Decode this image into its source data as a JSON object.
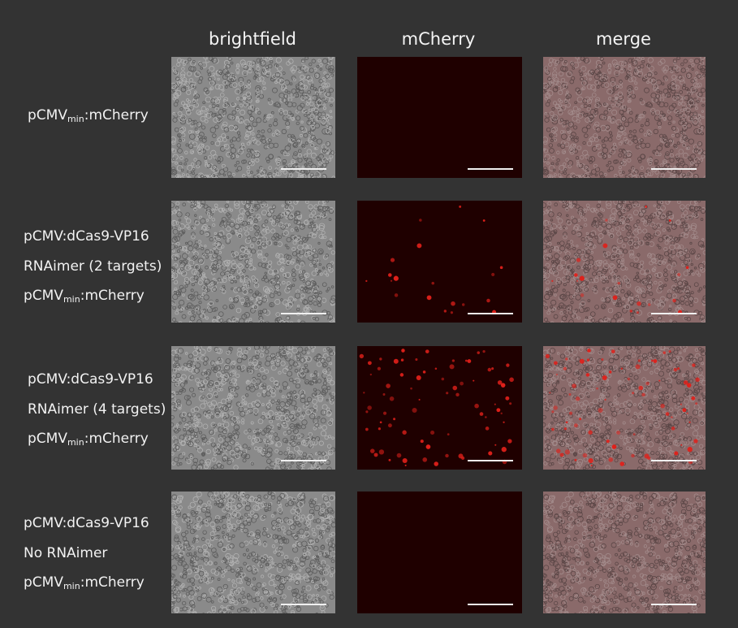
{
  "columns": [
    "brightfield",
    "mCherry",
    "merge"
  ],
  "rows": [
    {
      "lines": [
        {
          "text": "pCMV",
          "sub": "min",
          "tail": ":mCherry"
        }
      ],
      "signal": 0.0
    },
    {
      "lines": [
        {
          "text": "pCMV:dCas9-VP16",
          "sub": "",
          "tail": ""
        },
        {
          "text": "RNAimer (2 targets)",
          "sub": "",
          "tail": ""
        },
        {
          "text": "pCMV",
          "sub": "min",
          "tail": ":mCherry"
        }
      ],
      "signal": 0.25
    },
    {
      "lines": [
        {
          "text": "pCMV:dCas9-VP16",
          "sub": "",
          "tail": ""
        },
        {
          "text": "RNAimer (4 targets)",
          "sub": "",
          "tail": ""
        },
        {
          "text": "pCMV",
          "sub": "min",
          "tail": ":mCherry"
        }
      ],
      "signal": 1.0
    },
    {
      "lines": [
        {
          "text": "pCMV:dCas9-VP16",
          "sub": "",
          "tail": ""
        },
        {
          "text": "No RNAimer",
          "sub": "",
          "tail": ""
        },
        {
          "text": "pCMV",
          "sub": "min",
          "tail": ":mCherry"
        }
      ],
      "signal": 0.0
    }
  ],
  "colors": {
    "background": "#333333",
    "brightfield": "#8a8a8a",
    "mcherry_bg": "#1f0000",
    "mcherry_dot": "#e0201a",
    "merge_tint": "#8a6a6a",
    "scale_bar": "#f0f0f0"
  }
}
